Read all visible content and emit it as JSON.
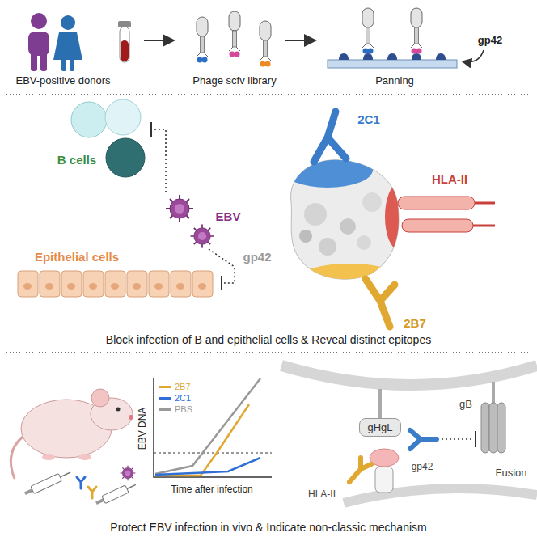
{
  "diagram": {
    "nodes": [
      {
        "text": [
          "gHgL"
        ]
      }
    ],
    "labels": [
      "EBV-positive donors",
      "Phage scfv library",
      "Panning",
      "gp42",
      "B cells",
      "EBV",
      "Epithelial cells",
      "2C1",
      "HLA-II",
      "gp42",
      "2B7",
      "Block infection of B and epithelial cells & Reveal distinct epitopes",
      "EBV DNA",
      "Time after infection",
      "gB",
      "Fusion",
      "gp42",
      "HLA-II",
      "Protect EBV infection in vivo & Indicate non-classic mechanism"
    ],
    "legend": [
      {
        "text": "2B7",
        "color": "#e0a830"
      },
      {
        "text": "2C1",
        "color": "#2f6fd6"
      },
      {
        "text": "PBS",
        "color": "#999999"
      }
    ]
  }
}
